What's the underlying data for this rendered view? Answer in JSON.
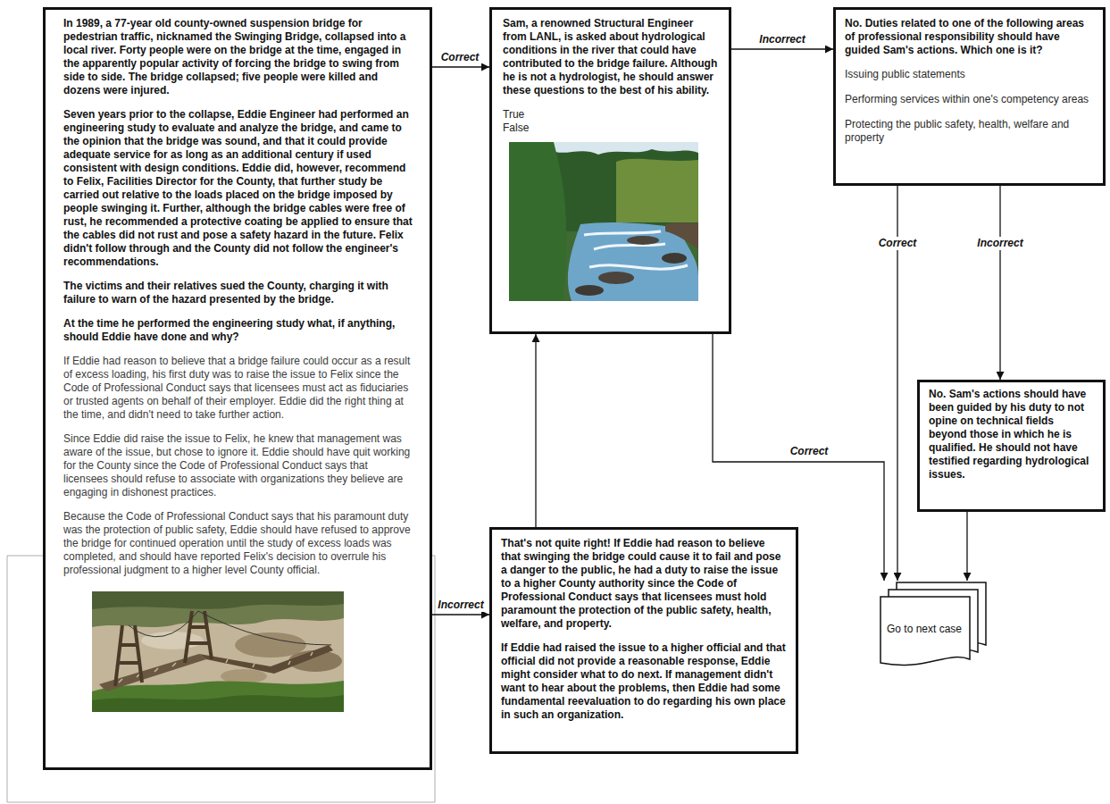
{
  "diagram": {
    "nodes": [
      {
        "text": [
          "In 1989, a 77-year old county-owned suspension bridge for pedestrian traffic, nicknamed the Swinging Bridge, collapsed into a local river. Forty people were on the bridge at the time, engaged in the apparently popular activity of forcing the bridge to swing from side to side. The bridge collapsed; five people were killed and dozens were injured.",
          "Seven years prior to the collapse, Eddie Engineer had performed an engineering study to evaluate and analyze the bridge, and came to the opinion that the bridge was sound, and that it could provide adequate service for as long as an additional century if used consistent with design conditions. Eddie did, however, recommend to Felix, Facilities Director for the County, that further study be carried out relative to the loads placed on the bridge imposed by people swinging it. Further, although the bridge cables were free of rust, he recommended a protective coating be applied to ensure that the cables did not rust and pose a safety hazard in the future. Felix didn't follow through and the County did not follow the engineer's recommendations.",
          "The victims and their relatives sued the County, charging it with failure to warn of the hazard presented by the bridge.",
          "At the time he performed the engineering study what, if anything, should Eddie have done and why?",
          "If Eddie had reason to believe that a bridge failure could occur as a result of excess loading, his first duty was to raise the issue to Felix since the Code of Professional Conduct says that licensees must act as fiduciaries or trusted agents on behalf of their employer. Eddie did the right thing at the time, and didn't need to take further action.",
          "Since Eddie did raise the issue to Felix, he knew that management was aware of the issue, but chose to ignore it. Eddie should have quit working for the County since the Code of Professional Conduct says that licensees should refuse to associate with organizations they believe are engaging in dishonest practices.",
          "Because the Code of Professional Conduct says that his paramount duty was the protection of public safety, Eddie should have refused to approve the bridge for continued operation until the study of excess loads was completed, and should have reported Felix's decision to overrule his professional judgment to a higher level County official."
        ]
      },
      {
        "text": [
          "Sam, a renowned Structural Engineer from LANL, is asked about hydrological conditions in the river that could have contributed to the bridge failure. Although he is not a hydrologist, he should answer these questions to the best of his ability.",
          "True",
          "False"
        ]
      },
      {
        "text": [
          "No. Duties related to one of the following areas of professional responsibility should have guided Sam's actions. Which one is it?",
          "Issuing public statements",
          "Performing services within one's competency areas",
          "Protecting the public safety, health, welfare and property"
        ]
      },
      {
        "text": [
          "No. Sam's actions should have been guided by his duty to not opine on technical fields beyond those in which he is qualified. He should not have testified regarding hydrological issues."
        ]
      },
      {
        "text": [
          "That's not quite right! If Eddie had reason to believe that swinging the bridge could cause it to fail and pose a danger to the public, he had a duty to raise the issue to a higher County authority since the Code of Professional Conduct says that licensees must hold paramount the protection of the public safety, health, welfare, and property.",
          "If Eddie had raised the issue to a higher official and that official did not provide a reasonable response, Eddie might consider what to do next. If management didn't want to hear about the problems, then Eddie had some fundamental reevaluation to do regarding his own place in such an organization."
        ]
      },
      {
        "text": [
          "Go to next case"
        ]
      }
    ],
    "edges": [
      {
        "from": 0,
        "to": 1,
        "label": "Correct",
        "arrow": "to"
      },
      {
        "from": 0,
        "to": 4,
        "label": "Incorrect",
        "arrow": "to"
      },
      {
        "from": 4,
        "to": 1,
        "arrow": "to"
      },
      {
        "from": 1,
        "to": 2,
        "label": "Incorrect",
        "arrow": "to"
      },
      {
        "from": 1,
        "to": 5,
        "label": "Correct",
        "arrow": "to"
      },
      {
        "from": 2,
        "to": 5,
        "label": "Correct",
        "arrow": "to"
      },
      {
        "from": 2,
        "to": 3,
        "label": "Incorrect",
        "arrow": "to"
      },
      {
        "from": 3,
        "to": 5,
        "arrow": "to"
      }
    ]
  }
}
